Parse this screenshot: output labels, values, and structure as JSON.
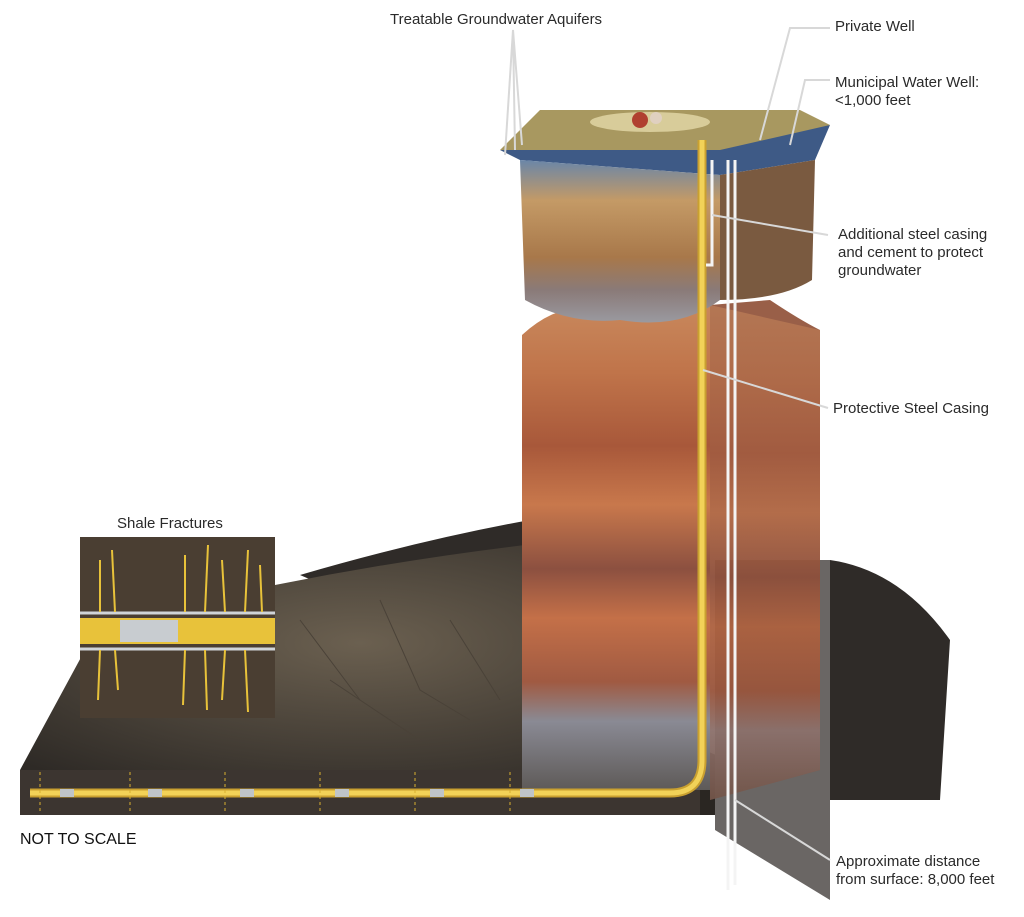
{
  "labels": {
    "aquifers": "Treatable Groundwater Aquifers",
    "private_well": "Private Well",
    "municipal_well_line1": "Municipal Water Well:",
    "municipal_well_line2": "<1,000 feet",
    "additional_casing_line1": "Additional steel casing",
    "additional_casing_line2": "and cement to protect",
    "additional_casing_line3": "groundwater",
    "protective_casing": "Protective Steel Casing",
    "shale_fractures": "Shale Fractures",
    "not_to_scale": "NOT TO SCALE",
    "distance_line1": "Approximate distance",
    "distance_line2": "from surface: 8,000 feet"
  },
  "colors": {
    "wellbore": "#e8c23a",
    "aquifer_blue": "#4a6a9a",
    "shale_dark": "#3e3730",
    "rock_orange": "#b8673f"
  }
}
